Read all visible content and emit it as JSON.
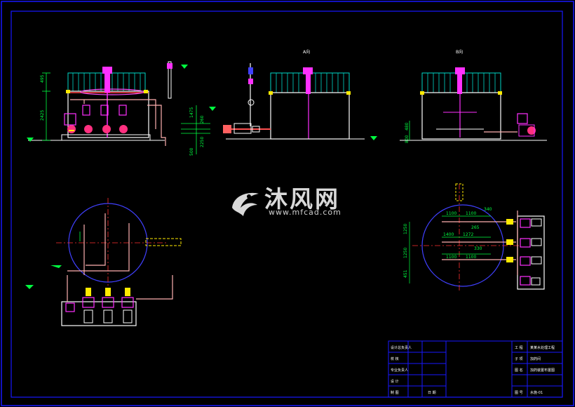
{
  "watermark": {
    "brand_cn": "沐风网",
    "url": "www.mfcad.com"
  },
  "views": {
    "side_a_title": "A向",
    "side_b_title": "B向"
  },
  "dimensions": {
    "left_a": "495",
    "left_b": "2425",
    "mid_a": "1475",
    "mid_b": "260",
    "mid_c": "500",
    "mid_d": "2250",
    "right_a": "480",
    "right_b": "800",
    "plan_a": "1100",
    "plan_b": "1100",
    "plan_c": "1400",
    "plan_d": "1272",
    "plan_e": "1100",
    "plan_f": "1100",
    "plan_g": "340",
    "plan_h": "265",
    "plan_i": "330",
    "plan_v1": "1250",
    "plan_v2": "1250",
    "plan_v3": "451"
  },
  "title_block": {
    "r1c1": "设计总负责人",
    "r2c1": "校 核",
    "r3c1": "专业负责人",
    "r4c1": "设 计",
    "r5c1": "制 图",
    "r5c3": "日 期",
    "r1c5": "工 程",
    "r1c6": "某某水处理工程",
    "r2c5": "子 项",
    "r2c6": "加药间",
    "r3c5": "图 名",
    "r3c6": "加药装置布置图",
    "r5c5": "图 号",
    "r5c6": "水施-01"
  }
}
